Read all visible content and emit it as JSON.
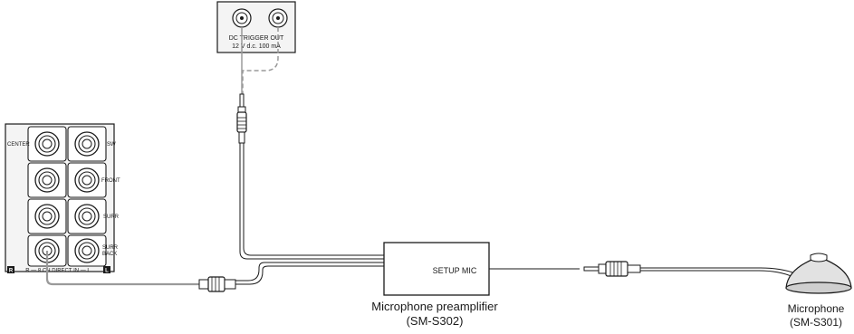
{
  "trigger_panel": {
    "label_line1": "DC TRIGGER OUT",
    "label_line2": "12 V d.c. 100 mA"
  },
  "input_panel": {
    "channel_labels": {
      "center": "CENTER",
      "sw": "SW",
      "front": "FRONT",
      "surr": "SURR",
      "surr_back_1": "SURR",
      "surr_back_2": "BACK"
    },
    "bottom_label": "R — 8 CH DIRECT IN — L",
    "r_marker": "R",
    "l_marker": "L"
  },
  "preamp": {
    "jack_label": "SETUP MIC",
    "caption_line1": "Microphone preamplifier",
    "caption_line2": "(SM-S302)"
  },
  "microphone": {
    "caption_line1": "Microphone",
    "caption_line2": "(SM-S301)"
  },
  "colors": {
    "line": "#1a1a1a",
    "cable_gray": "#9a9a9a",
    "panel_fill": "#f4f4f4",
    "mic_fill": "#dcdcdc"
  }
}
